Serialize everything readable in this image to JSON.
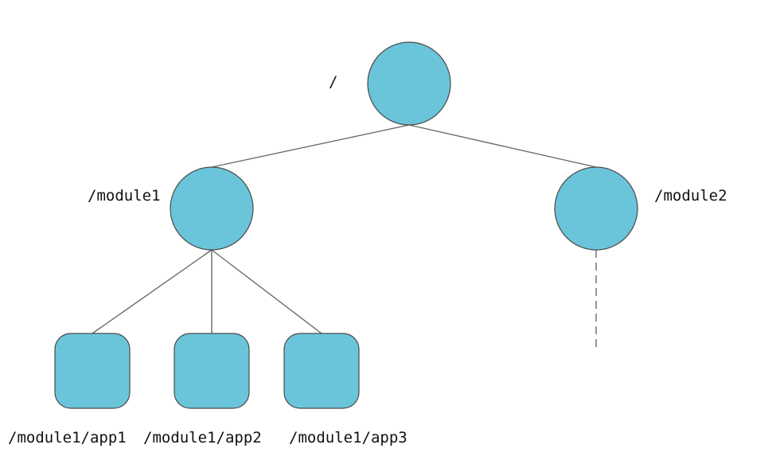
{
  "colors": {
    "node_fill": "#6ac5da",
    "node_stroke": "#4a4a4a",
    "edge": "#6a6a6a",
    "text": "#111111"
  },
  "nodes": {
    "root": {
      "label": "/",
      "shape": "circle"
    },
    "module1": {
      "label": "/module1",
      "shape": "circle"
    },
    "module2": {
      "label": "/module2",
      "shape": "circle"
    },
    "app1": {
      "label": "/module1/app1",
      "shape": "rounded-square"
    },
    "app2": {
      "label": "/module1/app2",
      "shape": "rounded-square"
    },
    "app3": {
      "label": "/module1/app3",
      "shape": "rounded-square"
    }
  },
  "edges": [
    {
      "from": "root",
      "to": "module1",
      "style": "solid"
    },
    {
      "from": "root",
      "to": "module2",
      "style": "solid"
    },
    {
      "from": "module1",
      "to": "app1",
      "style": "solid"
    },
    {
      "from": "module1",
      "to": "app2",
      "style": "solid"
    },
    {
      "from": "module1",
      "to": "app3",
      "style": "solid"
    },
    {
      "from": "module2",
      "to": "more",
      "style": "dashed"
    }
  ]
}
